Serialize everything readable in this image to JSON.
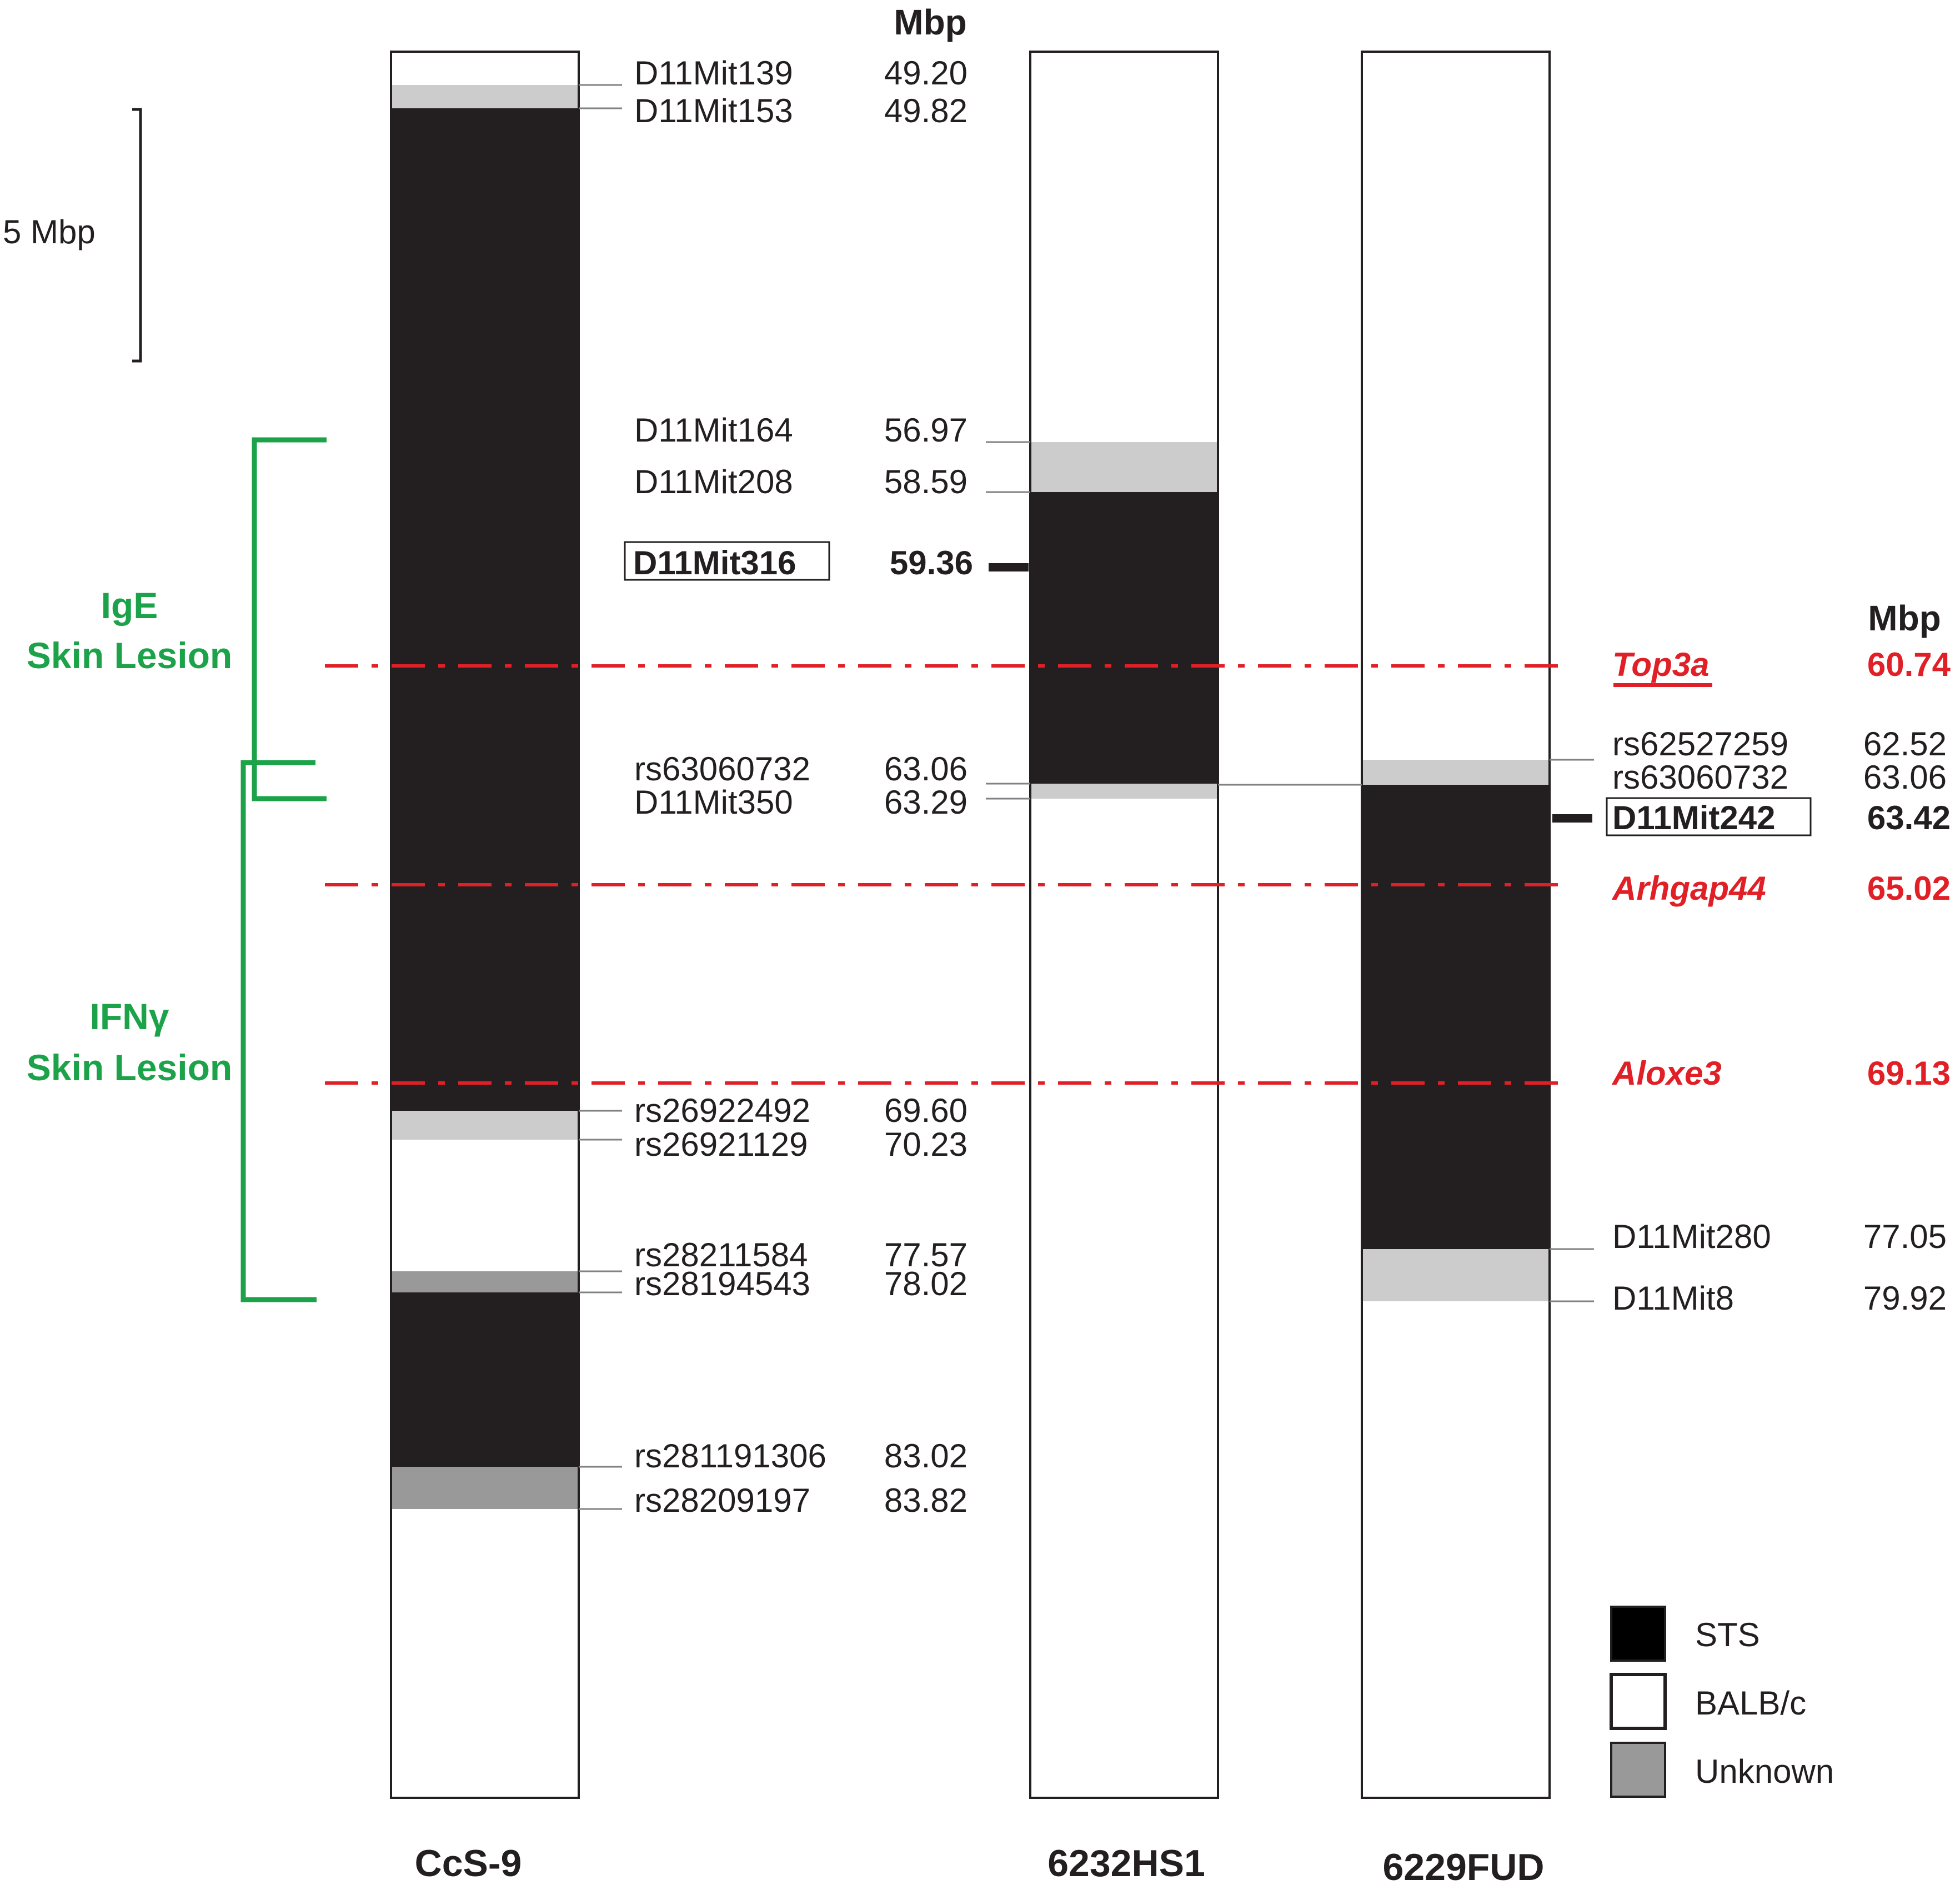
{
  "headers": {
    "left_mbp": "Mbp",
    "right_mbp": "Mbp"
  },
  "scale_bar": {
    "label": "5 Mbp"
  },
  "strains": [
    {
      "name": "CcS-9"
    },
    {
      "name": "6232HS1"
    },
    {
      "name": "6229FUD"
    }
  ],
  "ccs9_markers": [
    {
      "name": "D11Mit139",
      "mbp": "49.20"
    },
    {
      "name": "D11Mit153",
      "mbp": "49.82"
    },
    {
      "name": "D11Mit164",
      "mbp": "56.97"
    },
    {
      "name": "D11Mit208",
      "mbp": "58.59"
    },
    {
      "name": "D11Mit316",
      "mbp": "59.36"
    },
    {
      "name": "rs63060732",
      "mbp": "63.06"
    },
    {
      "name": "D11Mit350",
      "mbp": "63.29"
    },
    {
      "name": "rs26922492",
      "mbp": "69.60"
    },
    {
      "name": "rs26921129",
      "mbp": "70.23"
    },
    {
      "name": "rs28211584",
      "mbp": "77.57"
    },
    {
      "name": "rs28194543",
      "mbp": "78.02"
    },
    {
      "name": "rs281191306",
      "mbp": "83.02"
    },
    {
      "name": "rs28209197",
      "mbp": "83.82"
    }
  ],
  "fud_markers": [
    {
      "name": "rs62527259",
      "mbp": "62.52"
    },
    {
      "name": "rs63060732",
      "mbp": "63.06"
    },
    {
      "name": "D11Mit242",
      "mbp": "63.42"
    },
    {
      "name": "D11Mit280",
      "mbp": "77.05"
    },
    {
      "name": "D11Mit8",
      "mbp": "79.92"
    }
  ],
  "genes": [
    {
      "name": "Top3a",
      "mbp": "60.74"
    },
    {
      "name": "Arhgap44",
      "mbp": "65.02"
    },
    {
      "name": "Aloxe3",
      "mbp": "69.13"
    }
  ],
  "qtl": [
    {
      "line1": "IgE",
      "line2": "Skin Lesion"
    },
    {
      "line1": "IFNγ",
      "line2": "Skin Lesion"
    }
  ],
  "legend": [
    {
      "label": "STS",
      "color": "#000000"
    },
    {
      "label": "BALB/c",
      "color": "#ffffff"
    },
    {
      "label": "Unknown",
      "color": "#999999"
    }
  ],
  "colors": {
    "sts": "#231f20",
    "balbc": "#ffffff",
    "unknown_light": "#cccccc",
    "unknown_dark": "#999999",
    "gene_line": "#e11f26",
    "qtl_bracket": "#1ca34a"
  }
}
